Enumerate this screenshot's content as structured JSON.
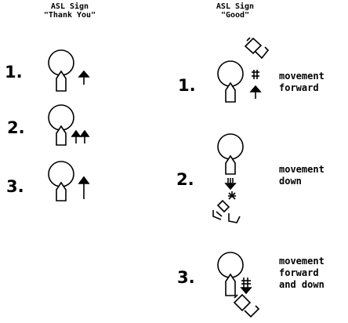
{
  "left_panel": {
    "title_line1": "ASL Sign",
    "title_line2": "\"Thank You\"",
    "steps": [
      {
        "number": "1."
      },
      {
        "number": "2."
      },
      {
        "number": "3."
      }
    ]
  },
  "right_panel": {
    "title_line1": "ASL Sign",
    "title_line2": "\"Good\"",
    "steps": [
      {
        "number": "1.",
        "desc_line1": "movement",
        "desc_line2": "forward",
        "desc_line3": ""
      },
      {
        "number": "2.",
        "desc_line1": "movement",
        "desc_line2": "down",
        "desc_line3": ""
      },
      {
        "number": "3.",
        "desc_line1": "movement",
        "desc_line2": "forward",
        "desc_line3": "and down"
      }
    ]
  },
  "icons": {
    "head": "head-circle-icon",
    "hand": "flat-hand-icon",
    "arrow": "up-arrow-icon",
    "contact": "contact-star-icon"
  }
}
